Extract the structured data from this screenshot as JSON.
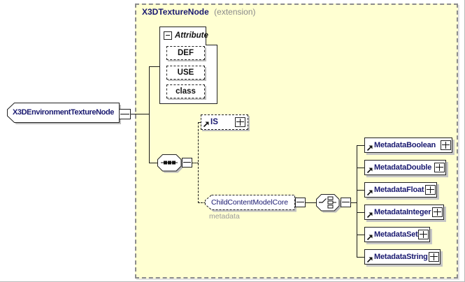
{
  "container": {
    "title": "X3DTextureNode",
    "title_suffix": "(extension)"
  },
  "root_element": {
    "label": "X3DEnvironmentTextureNode",
    "toggle_state": "minus"
  },
  "attribute_group": {
    "label": "Attribute",
    "toggle_state": "minus",
    "attributes": [
      {
        "name": "DEF"
      },
      {
        "name": "USE"
      },
      {
        "name": "class"
      }
    ]
  },
  "connectors": {
    "sequence_type": "sequence",
    "sequence_toggle": "minus",
    "choice_type": "choice",
    "choice_toggle": "minus"
  },
  "is_element": {
    "label": "IS",
    "toggle_state": "plus"
  },
  "child_content_element": {
    "label": "ChildContentModelCore",
    "annotation": "metadata",
    "toggle_state": "minus"
  },
  "metadata_elements": [
    {
      "label": "MetadataBoolean",
      "toggle_state": "plus"
    },
    {
      "label": "MetadataDouble",
      "toggle_state": "plus"
    },
    {
      "label": "MetadataFloat",
      "toggle_state": "plus"
    },
    {
      "label": "MetadataInteger",
      "toggle_state": "plus"
    },
    {
      "label": "MetadataSet",
      "toggle_state": "plus"
    },
    {
      "label": "MetadataString",
      "toggle_state": "plus"
    }
  ],
  "colors": {
    "container_bg": "#ffffd2",
    "container_border": "#8c8c8c",
    "element_text": "#191970",
    "annotation_text": "#9a9a9a",
    "shadow": "#bdbdbd",
    "line": "#1a1a1a"
  }
}
